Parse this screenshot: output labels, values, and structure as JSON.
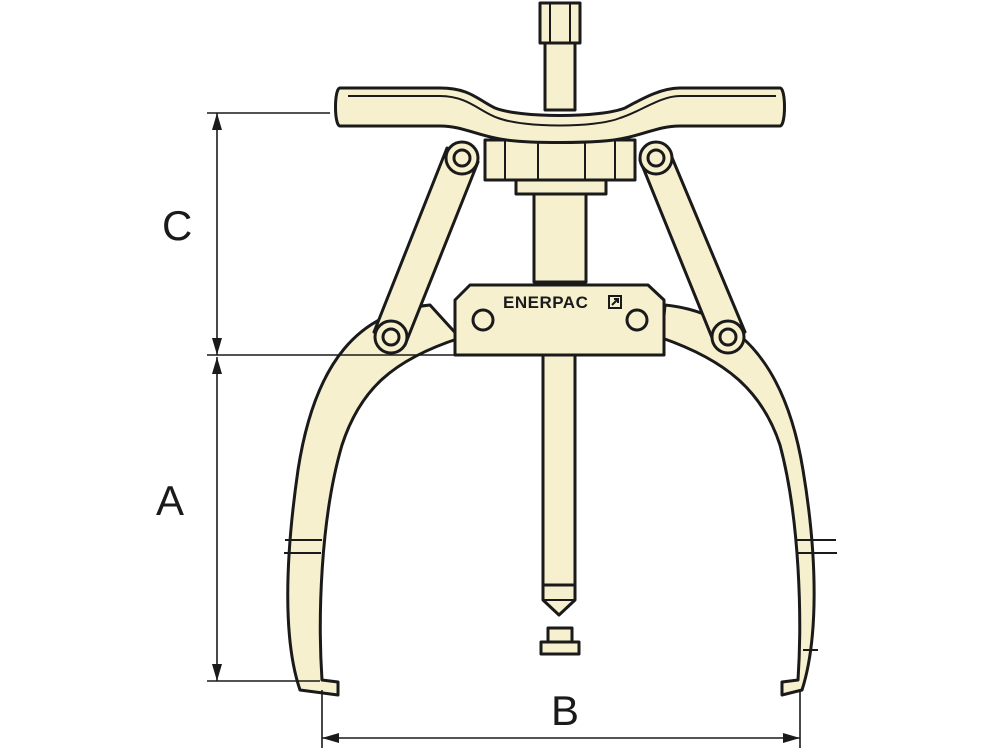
{
  "brand": {
    "logo_text": "ENERPAC"
  },
  "dimensions": {
    "a_label": "A",
    "b_label": "B",
    "c_label": "C"
  },
  "colors": {
    "part_fill": "#f7f0cf",
    "outline": "#1a1a1a"
  }
}
